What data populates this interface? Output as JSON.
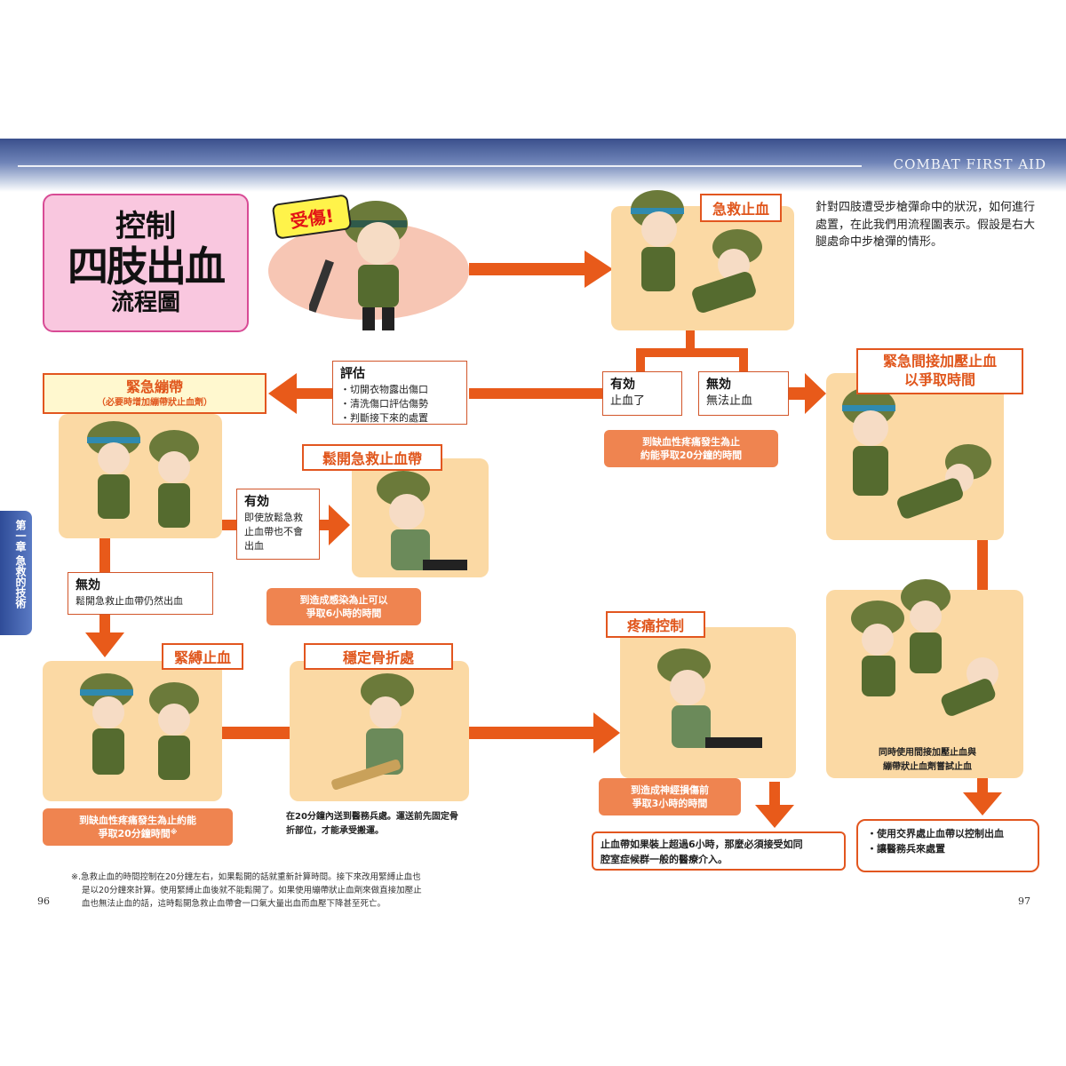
{
  "header": {
    "title": "COMBAT FIRST AID"
  },
  "side_tab": {
    "text": "第一章 急救的技術"
  },
  "title_box": {
    "line1": "控制",
    "line2": "四肢出血",
    "line3": "流程圖"
  },
  "intro": "針對四肢遭受步槍彈命中的狀況，如何進行處置，在此我們用流程圖表示。假設是右大腿處命中步槍彈的情形。",
  "injured_bubble": "受傷!",
  "steps": {
    "first_aid": "急救止血",
    "emergency_bandage": {
      "title": "緊急繃帶",
      "sub": "（必要時增加繃帶狀止血劑）"
    },
    "release_tourniquet": "鬆開急救止血帶",
    "indirect_pressure": {
      "line1": "緊急間接加壓止血",
      "line2": "以爭取時間"
    },
    "tourniquet": "緊縛止血",
    "stabilize_fracture": "穩定骨折處",
    "pain_control": "疼痛控制"
  },
  "evaluate": {
    "title": "評估",
    "items": [
      "・切開衣物露出傷口",
      "・清洗傷口評估傷勢",
      "・判斷接下來的處置"
    ]
  },
  "effective_stopped": {
    "title": "有効",
    "text": "止血了"
  },
  "ineffective_not_stopped": {
    "title": "無効",
    "text": "無法止血"
  },
  "effective_release": {
    "title": "有効",
    "lines": [
      "即使放鬆急救",
      "止血帶也不會",
      "出血"
    ]
  },
  "ineffective_bleeding": {
    "title": "無効",
    "text": "鬆開急救止血帶仍然出血"
  },
  "notes": {
    "first_aid_time": {
      "line1": "到缺血性疼痛發生為止",
      "line2": "約能爭取20分鐘的時間"
    },
    "infection_time": {
      "line1": "到造成感染為止可以",
      "line2": "爭取6小時的時間"
    },
    "tourniquet_time": {
      "line1": "到缺血性疼痛發生為止約能",
      "line2": "爭取20分鐘時間",
      "mark": "※"
    },
    "nerve_time": {
      "line1": "到造成神經損傷前",
      "line2": "爭取3小時的時間"
    }
  },
  "medic_transfer": {
    "line1": "在20分鐘內送到醫務兵處。運送前先固定骨",
    "line2": "折部位，才能承受搬運。"
  },
  "combined_pressure": {
    "line1": "同時使用間接加壓止血與",
    "line2": "繃帶狀止血劑嘗試止血"
  },
  "tourniquet_6h": {
    "line1": "止血帶如果裝上超過6小時，那麼必須接受如同",
    "line2": "腔室症候群一般的醫療介入。"
  },
  "final_actions": [
    "・使用交界處止血帶以控制出血",
    "・讓醫務兵來處置"
  ],
  "footnote": {
    "line1": "※.急救止血的時間控制在20分鐘左右，如果鬆開的話就重新計算時間。接下來改用緊縛止血也",
    "line2": "是以20分鐘來計算。使用緊縛止血後就不能鬆開了。如果使用繃帶狀止血劑來做直接加壓止",
    "line3": "血也無法止血的話，這時鬆開急救止血帶會一口氣大量出血而血壓下降甚至死亡。"
  },
  "page_numbers": {
    "left": "96",
    "right": "97"
  },
  "colors": {
    "arrow": "#e85a1a",
    "panel": "#fbd9a4",
    "label_border": "#e2561f",
    "note_fill": "#ef8450",
    "title_fill": "#f9c7df",
    "header": "#3a4f8c"
  }
}
